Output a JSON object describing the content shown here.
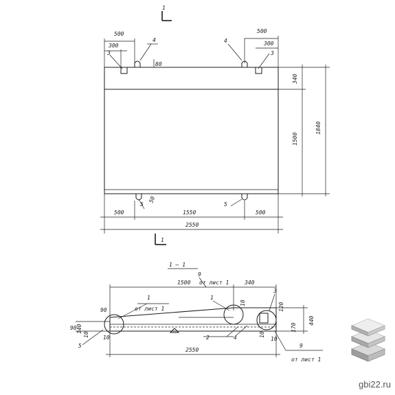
{
  "plan": {
    "section_mark_top": "1",
    "section_mark_bottom": "1",
    "dim_top_left_500": "500",
    "dim_top_left_300": "300",
    "dim_top_right_500": "500",
    "dim_top_right_300": "300",
    "dim_80": "80",
    "dim_340": "340",
    "dim_1500": "1500",
    "dim_1840": "1840",
    "dim_bottom_500_left": "500",
    "dim_1550": "1550",
    "dim_bottom_500_right": "500",
    "dim_overall": "2550",
    "dim_50": "50",
    "callout_3_left": "3",
    "callout_4_left": "4",
    "callout_4_right": "4",
    "callout_3_right": "3",
    "callout_5_left": "5",
    "callout_5_right": "5"
  },
  "section": {
    "title": "1 — 1",
    "dim_1500_label": "1500",
    "ref_sheet_top": "от лист 1",
    "dim_340": "340",
    "callout_9": "9",
    "callout_1_left": "1",
    "ref_sheet_left": "от лист 1",
    "callout_1_mid": "1",
    "callout_3": "3",
    "dim_90_top": "90",
    "dim_90_left": "90",
    "dim_140": "140",
    "dim_10_a": "10",
    "dim_10_b": "10",
    "dim_10_c": "10",
    "dim_10_d": "10",
    "dim_10_e": "10",
    "dim_120": "120",
    "dim_440": "440",
    "dim_170": "170",
    "callout_2": "2",
    "callout_4": "4",
    "callout_5": "5",
    "callout_9_bottom": "9",
    "ref_sheet_bottom": "от лист 1",
    "dim_bottom": "2550"
  },
  "watermark": {
    "text": "gbi22.ru",
    "icon": "stacked-slabs-icon"
  }
}
